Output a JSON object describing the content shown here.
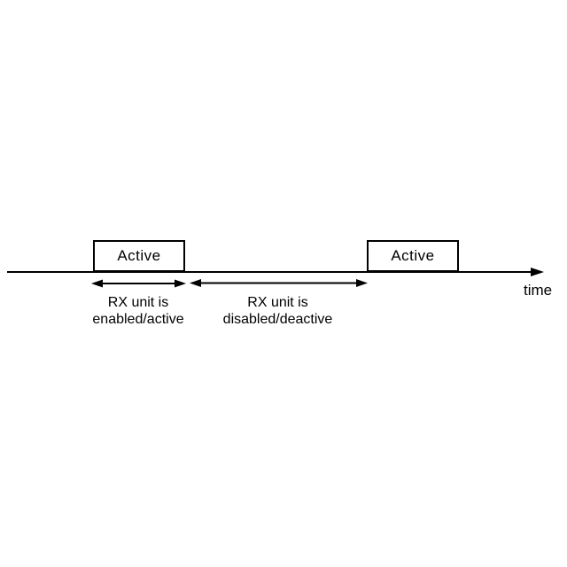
{
  "diagram": {
    "background": "#ffffff",
    "line_color": "#000000",
    "timeline": {
      "label": "time"
    },
    "active_boxes": [
      {
        "label": "Active"
      },
      {
        "label": "Active"
      }
    ],
    "periods": [
      {
        "line1": "RX unit is",
        "line2": "enabled/active"
      },
      {
        "line1": "RX unit is",
        "line2": "disabled/deactive"
      }
    ]
  }
}
